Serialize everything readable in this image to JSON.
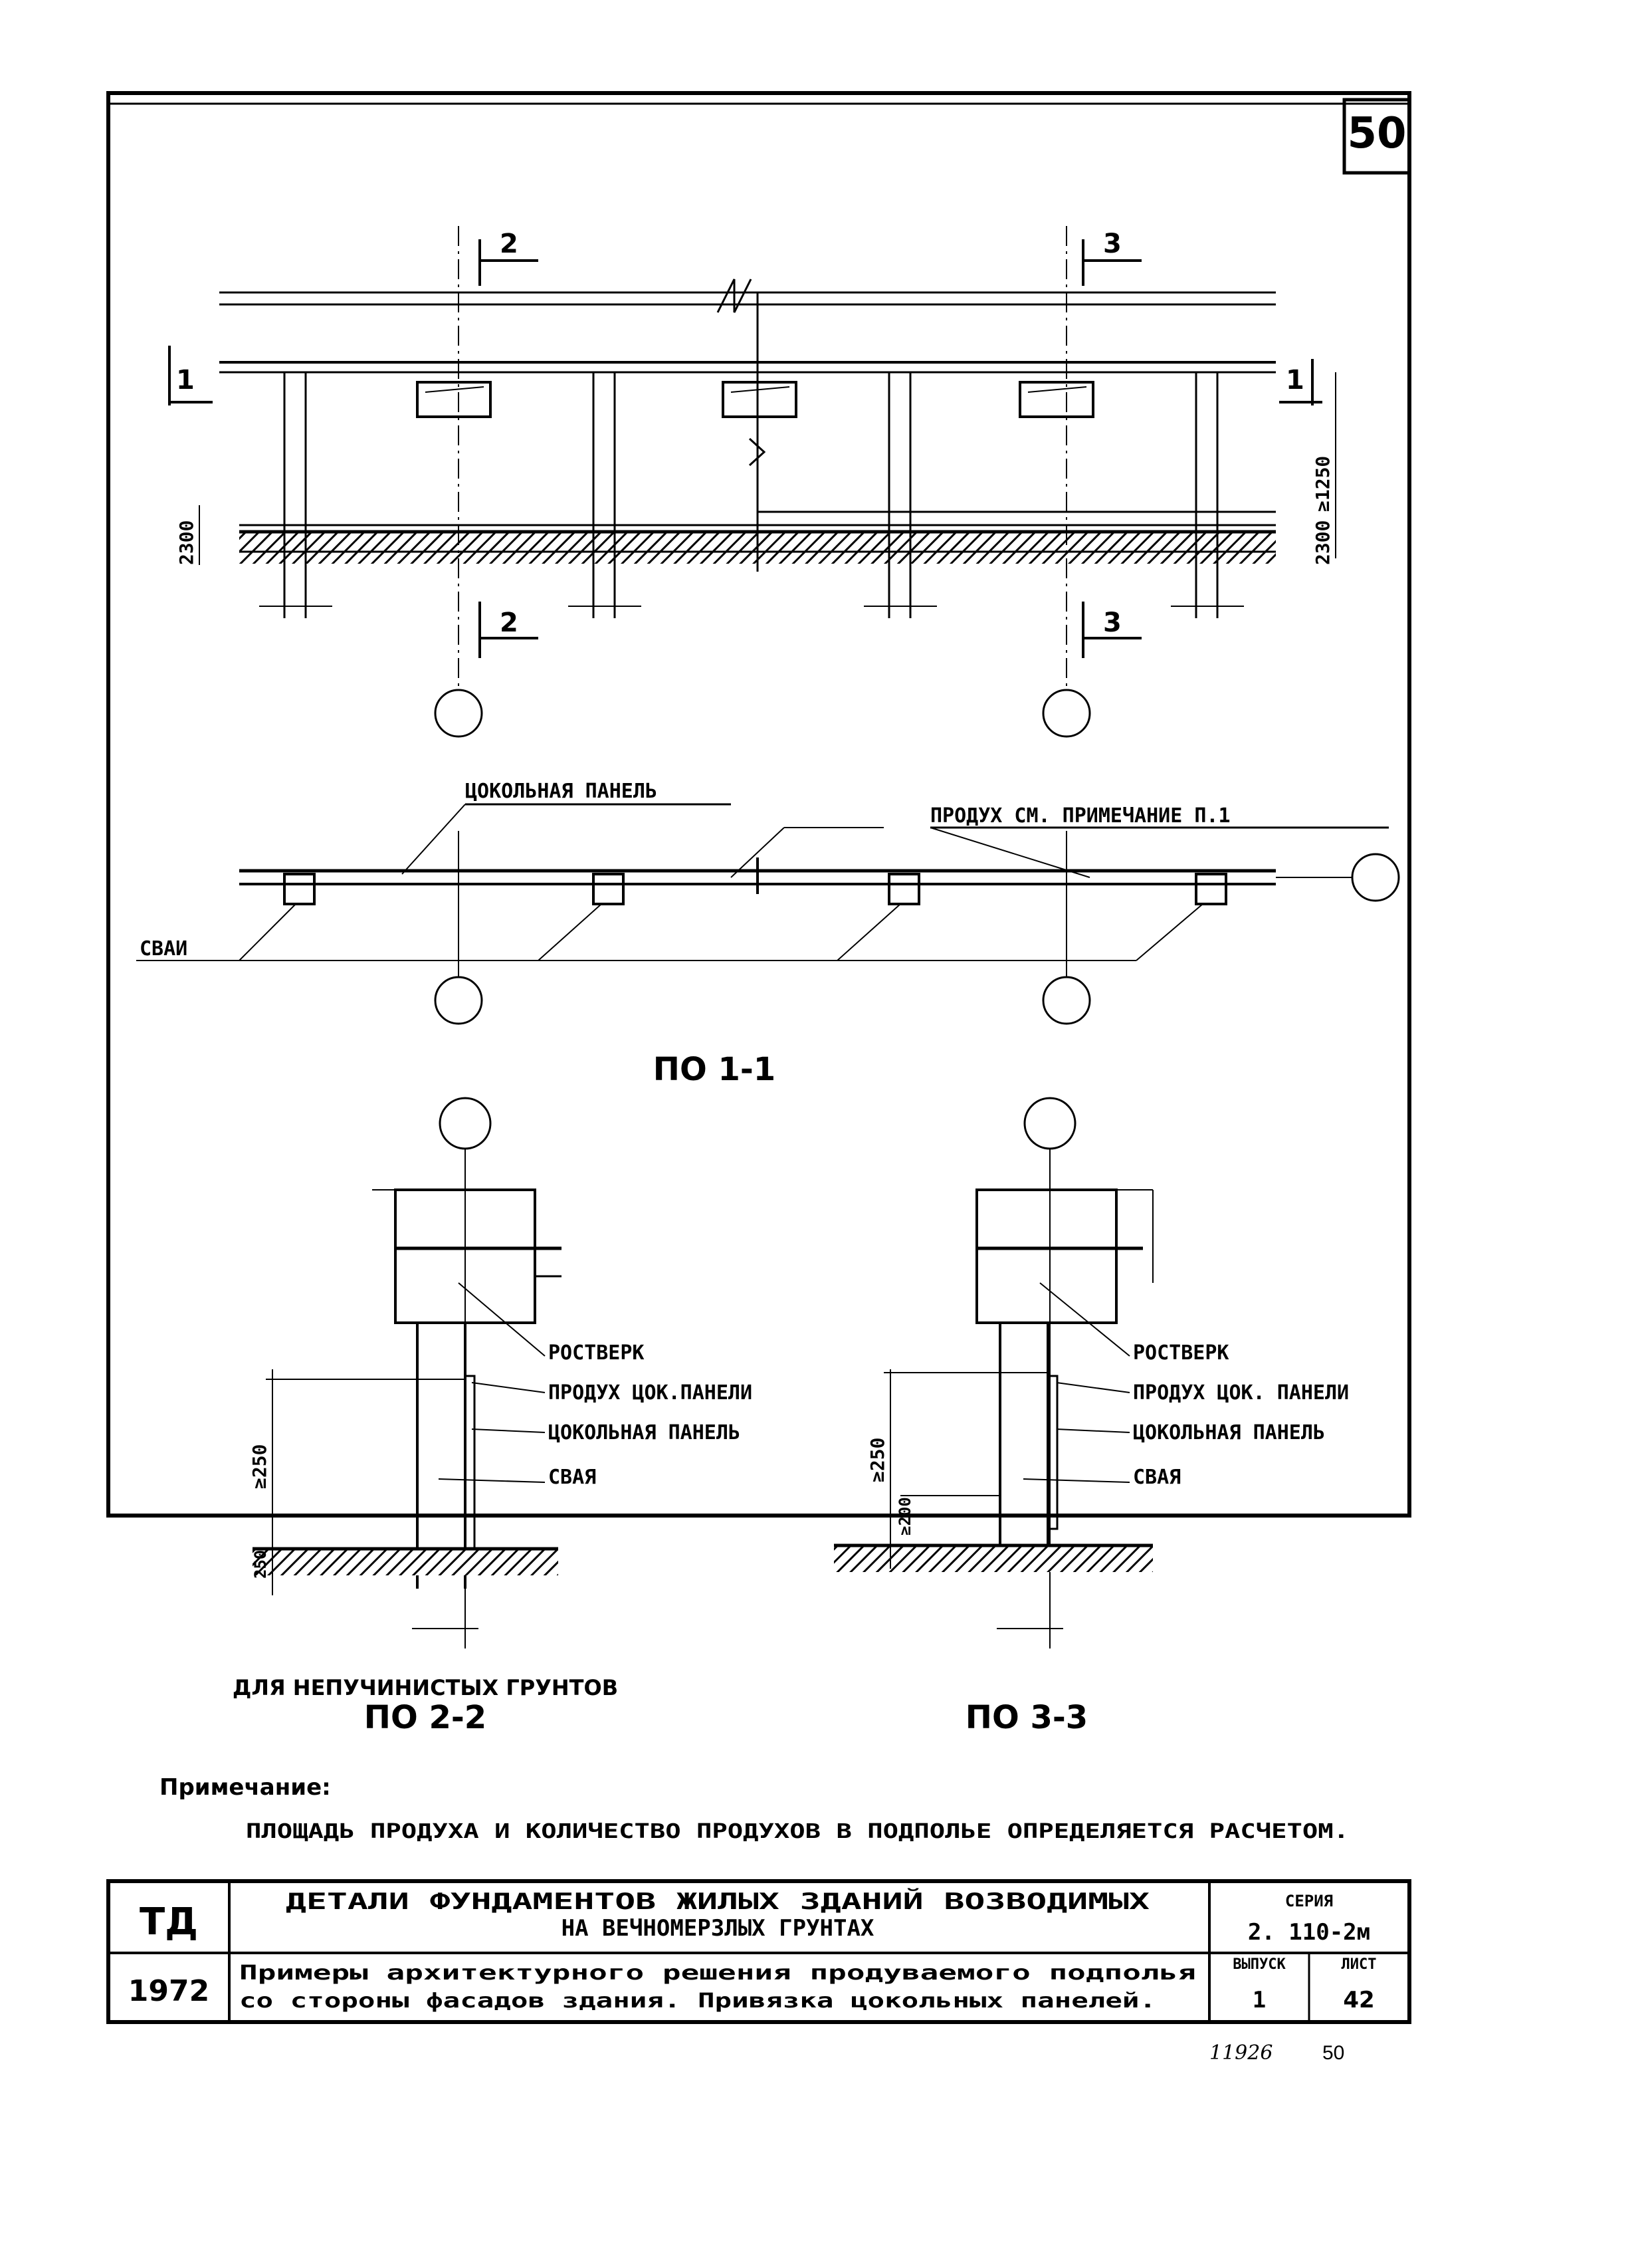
{
  "sheet_number_corner": "50",
  "views": {
    "plan_label": "ПО 1-1",
    "section22_caption": "ДЛЯ НЕПУЧИНИСТЫХ ГРУНТОВ",
    "section22_label": "ПО 2-2",
    "section33_label": "ПО 3-3"
  },
  "section_marks": {
    "mark_2": "2",
    "mark_3": "3",
    "mark_1": "1"
  },
  "elevation_dims": {
    "left": "2300",
    "right_top": "≥1250",
    "right_bottom": "2300"
  },
  "plan_callouts": {
    "plinth_panel": "ЦОКОЛЬНАЯ ПАНЕЛЬ",
    "vent": "ПРОДУХ СМ. ПРИМЕЧАНИЕ П.1",
    "piles": "СВАИ"
  },
  "section_callouts": {
    "grillage": "РОСТВЕРК",
    "vent_22": "ПРОДУХ ЦОК.ПАНЕЛИ",
    "vent_33": "ПРОДУХ ЦОК. ПАНЕЛИ",
    "plinth_panel": "ЦОКОЛЬНАЯ ПАНЕЛЬ",
    "pile": "СВАЯ"
  },
  "section_dims": {
    "s22_height": "≥250",
    "s22_low": "250",
    "s33_height": "≥250",
    "s33_low": "≥200"
  },
  "note": {
    "title": "Примечание:",
    "text": "ПЛОЩАДЬ ПРОДУХА И КОЛИЧЕСТВО ПРОДУХОВ В ПОДПОЛЬЕ ОПРЕДЕЛЯЕТСЯ РАСЧЕТОМ."
  },
  "title_block": {
    "code": "ТД",
    "year": "1972",
    "title_line1": "ДЕТАЛИ ФУНДАМЕНТОВ ЖИЛЫХ ЗДАНИЙ ВОЗВОДИМЫХ",
    "title_line2": "НА ВЕЧНОМЕРЗЛЫХ ГРУНТАХ",
    "subtitle_line1": "Примеры архитектурного решения продуваемого подполья",
    "subtitle_line2": "со стороны фасадов здания. Привязка цокольных панелей.",
    "series_label": "СЕРИЯ",
    "series_value": "2. 110-2м",
    "issue_label": "ВЫПУСК",
    "issue_value": "1",
    "sheet_label": "ЛИСТ",
    "sheet_value": "42"
  },
  "footer": {
    "handwritten": "11926",
    "page_number": "50"
  }
}
